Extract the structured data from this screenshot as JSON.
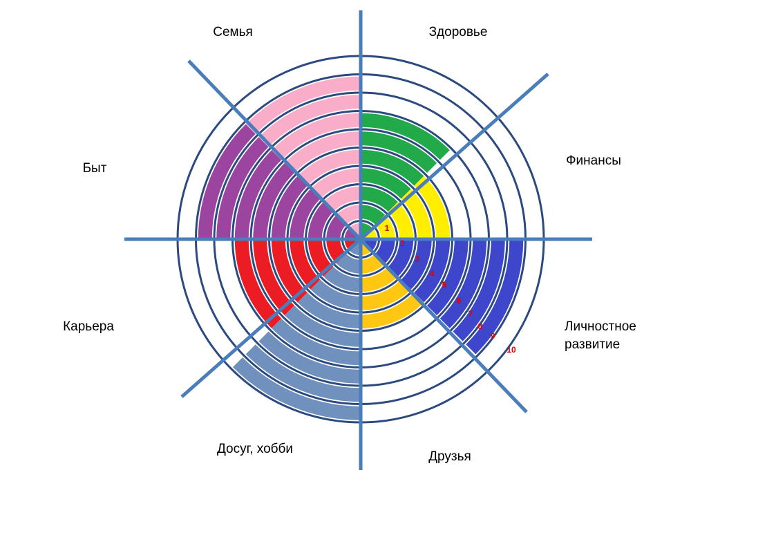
{
  "chart_data": {
    "type": "radial-bar",
    "title": "",
    "scale": {
      "min": 0,
      "max": 10,
      "ring_labels": [
        "1",
        "2",
        "3",
        "4",
        "5",
        "6",
        "7",
        "8",
        "9",
        "10"
      ]
    },
    "categories": [
      {
        "label": "Здоровье",
        "value": 7,
        "color": "#22a94a"
      },
      {
        "label": "Финансы",
        "value": 5,
        "color": "#ffee00"
      },
      {
        "label": "Личностное развитие",
        "value": 9,
        "color": "#3e47cc"
      },
      {
        "label": "Друзья",
        "value": 5,
        "color": "#ffc612"
      },
      {
        "label": "Досуг, хобби",
        "value": 10,
        "color": "#7091bd"
      },
      {
        "label": "Карьера",
        "value": 7,
        "color": "#ec1c24"
      },
      {
        "label": "Быт",
        "value": 9,
        "color": "#9c45a0"
      },
      {
        "label": "Семья",
        "value": 9,
        "color": "#f9adc9"
      }
    ],
    "ring_color": "#2b4a80",
    "spoke_color": "#4a7ebb"
  }
}
